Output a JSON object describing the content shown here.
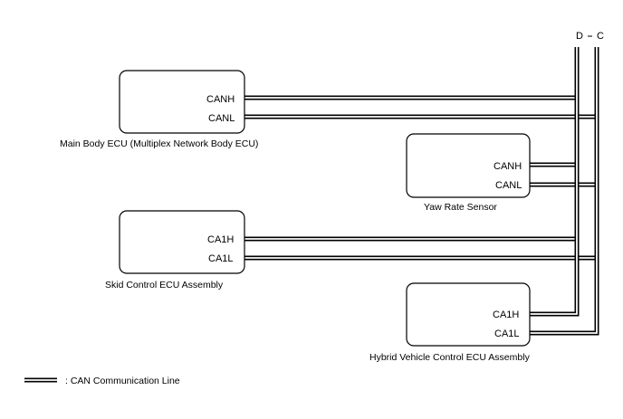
{
  "bus_labels": {
    "left": "D",
    "right": "C"
  },
  "ecus": [
    {
      "id": "main-body-ecu",
      "caption": "Main Body ECU (Multiplex Network Body ECU)",
      "pins": [
        "CANH",
        "CANL"
      ]
    },
    {
      "id": "yaw-rate-sensor",
      "caption": "Yaw Rate Sensor",
      "pins": [
        "CANH",
        "CANL"
      ]
    },
    {
      "id": "skid-control-ecu",
      "caption": "Skid Control ECU Assembly",
      "pins": [
        "CA1H",
        "CA1L"
      ]
    },
    {
      "id": "hybrid-vehicle-control-ecu",
      "caption": "Hybrid Vehicle Control ECU Assembly",
      "pins": [
        "CA1H",
        "CA1L"
      ]
    }
  ],
  "legend": {
    "label": ": CAN Communication Line"
  }
}
